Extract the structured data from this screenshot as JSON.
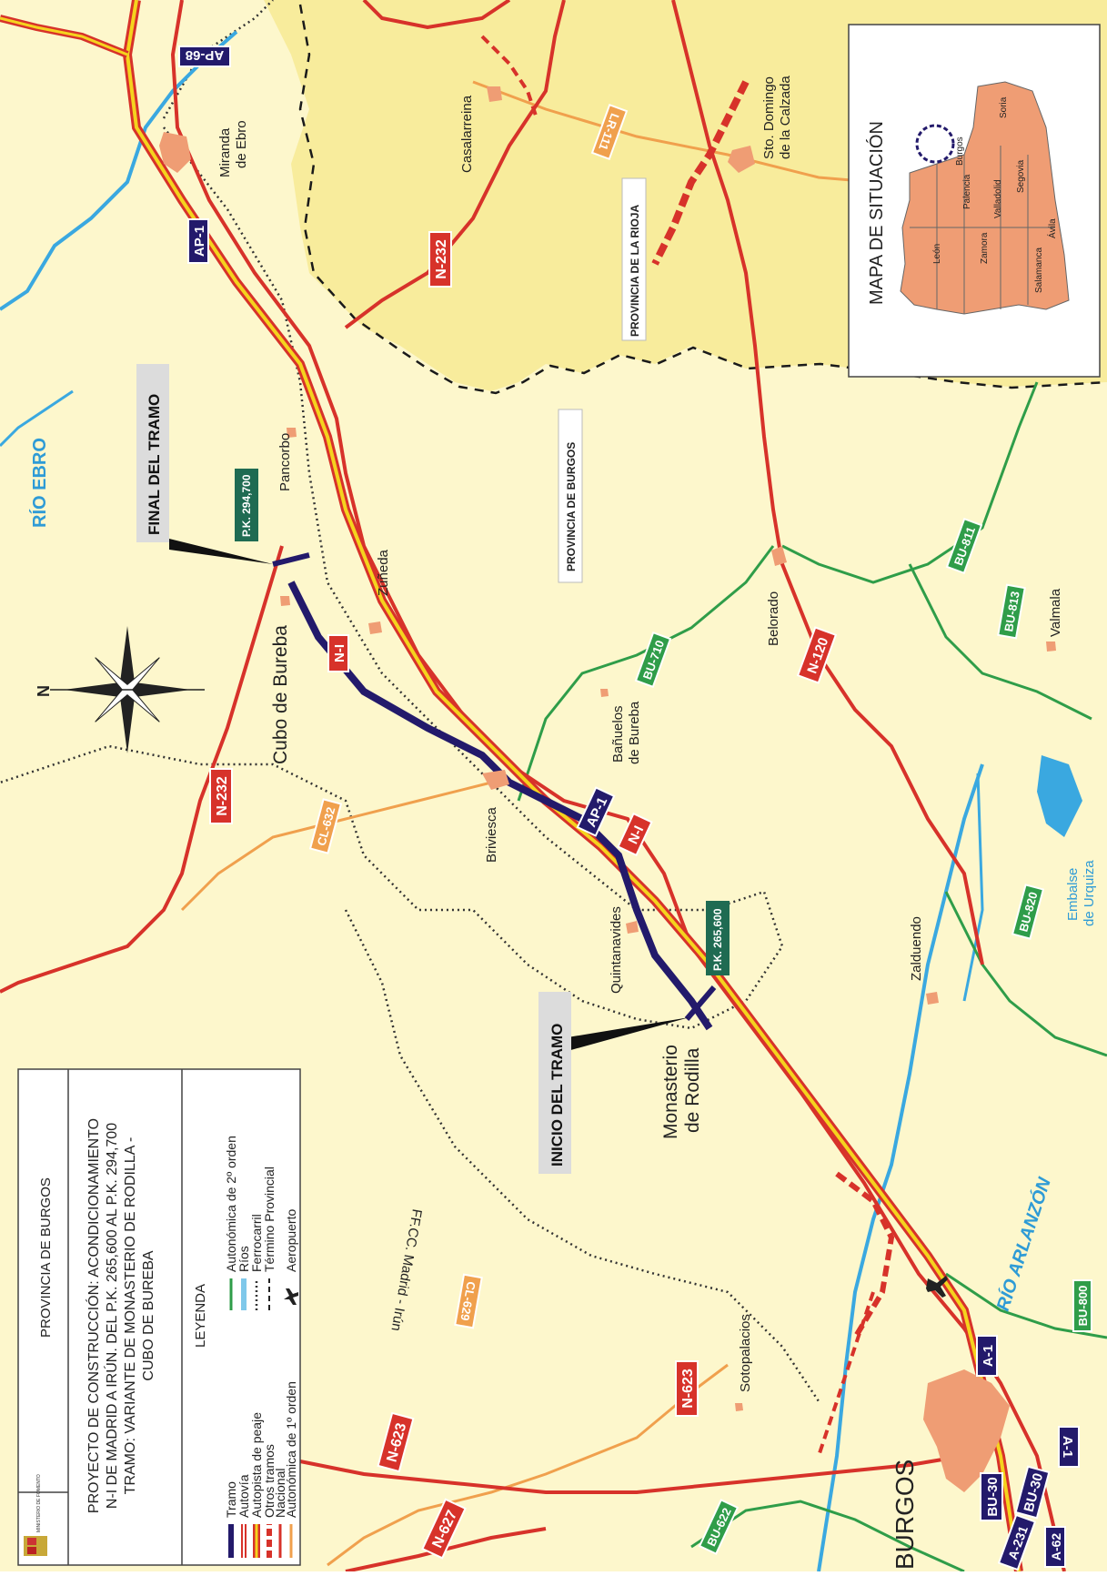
{
  "header": {
    "ministry": "MINISTERIO DE FOMENTO",
    "province": "PROVINCIA DE BURGOS",
    "project_lines": [
      "PROYECTO DE CONSTRUCCIÓN: ACONDICIONAMIENTO",
      "N-I DE MADRID A IRÚN. DEL P.K. 265,600 AL P.K. 294,700",
      "TRAMO: VARIANTE DE MONASTERIO DE RODILLA -",
      "CUBO DE BUREBA"
    ]
  },
  "legend": {
    "title": "LEYENDA",
    "items_left": [
      "Tramo",
      "Autovía",
      "Autopista de peaje",
      "Otros tramos",
      "Nacional",
      "Autonómica de 1º orden"
    ],
    "items_right": [
      "Autonómica de 2º orden",
      "Ríos",
      "Ferrocarril",
      "Término Provincial",
      "Aeropuerto"
    ]
  },
  "inset": {
    "title": "MAPA DE SITUACIÓN",
    "provinces": [
      "León",
      "Palencia",
      "Burgos",
      "Soria",
      "Zamora",
      "Valladolid",
      "Segovia",
      "Salamanca",
      "Ávila"
    ]
  },
  "markers": {
    "final_label": "FINAL DEL TRAMO",
    "final_pk": "P.K. 294,700",
    "inicio_label": "INICIO DEL TRAMO",
    "inicio_pk": "P.K. 265,600"
  },
  "places": {
    "miranda": [
      "Miranda",
      "de Ebro"
    ],
    "casalarreina": "Casalarreina",
    "sto_domingo": [
      "Sto. Domingo",
      "de la Calzada"
    ],
    "pancorbo": "Pancorbo",
    "zuneda": "Zuñeda",
    "cubo": "Cubo de Bureba",
    "belorado": "Belorado",
    "valmala": "Valmala",
    "banuelos": [
      "Bañuelos",
      "de Bureba"
    ],
    "briviesca": "Briviesca",
    "quintanavides": "Quintanavides",
    "monasterio": [
      "Monasterio",
      "de Rodilla"
    ],
    "zalduendo": "Zalduendo",
    "sotopalacios": "Sotopalacios",
    "burgos": "BURGOS"
  },
  "regions": {
    "rioja": "PROVINCIA  DE LA RIOJA",
    "burgos": "PROVINCIA  DE BURGOS"
  },
  "rivers": {
    "ebro": "RÍO EBRO",
    "arlanzon": "RÍO ARLANZÓN",
    "embalse": [
      "Embalse",
      "de Urquiza"
    ]
  },
  "railway": "FF.CC. Madrid - Irún",
  "compass": "N",
  "roads": {
    "ap68": "AP-68",
    "ap1_top": "AP-1",
    "n232_top": "N-232",
    "lr111": "LR-111",
    "n1_a": "N-I",
    "n232_left": "N-232",
    "cl632": "CL-632",
    "bu710": "BU-710",
    "n120": "N-120",
    "bu811": "BU-811",
    "bu813": "BU-813",
    "ap1_mid": "AP-1",
    "n1_b": "N-I",
    "bu820": "BU-820",
    "cl629": "CL-629",
    "n623_a": "N-623",
    "n623_b": "N-623",
    "n627": "N-627",
    "bu622": "BU-622",
    "a1_a": "A-1",
    "bu800": "BU-800",
    "bu30_a": "BU-30",
    "bu30_b": "BU-30",
    "a1_b": "A-1",
    "a231": "A-231",
    "a62": "A-62"
  },
  "colors": {
    "background": "#fdf7cc",
    "rioja": "#f8ec9c",
    "tramo": "#231a6b",
    "nacional": "#d7322a",
    "autovia_yellow": "#f5d31e",
    "autonomica_1": "#f0a04d",
    "autonomica_2": "#2f9d49",
    "river": "#3aa8e0",
    "town": "#ef9d74",
    "pk_box": "#1f6b52"
  }
}
